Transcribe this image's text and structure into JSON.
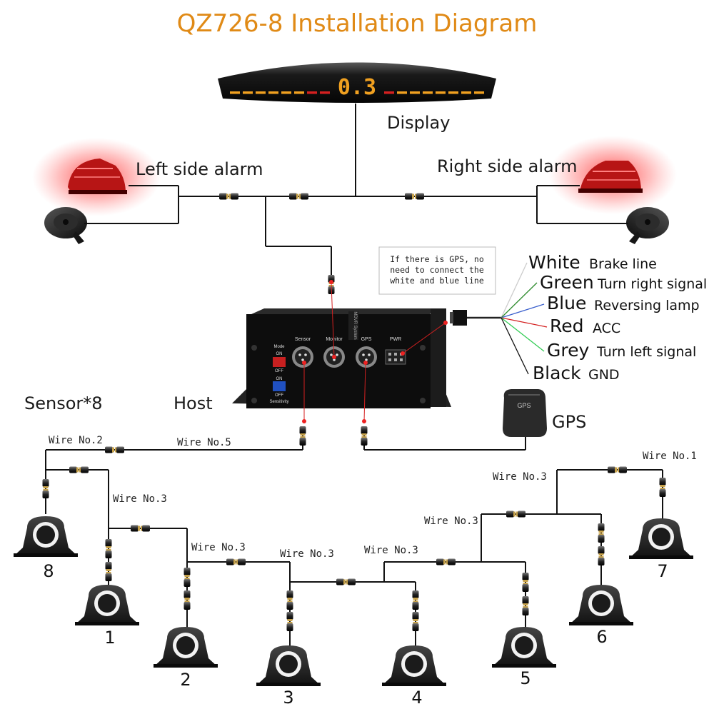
{
  "title": "QZ726-8 Installation Diagram",
  "display": {
    "label": "Display",
    "reading": "0.3"
  },
  "alarms": {
    "left": "Left side alarm",
    "right": "Right side alarm"
  },
  "host": {
    "label": "Host",
    "ports": [
      "Sensor",
      "Monitor",
      "GPS",
      "PWR"
    ],
    "switches": {
      "mode": "Mode",
      "on": "ON",
      "off": "OFF",
      "sensitivity": "Sensitivity"
    },
    "brand": "MDVR System"
  },
  "sensor_count_label": "Sensor*8",
  "gps": {
    "label": "GPS",
    "badge": "GPS"
  },
  "note": [
    "If there is GPS, no",
    "need to connect the",
    "white and blue line"
  ],
  "signals": [
    {
      "color": "White",
      "desc": "Brake line",
      "hex": "#cccccc"
    },
    {
      "color": "Green",
      "desc": "Turn right signal",
      "hex": "#2e8b2e"
    },
    {
      "color": "Blue",
      "desc": "Reversing lamp",
      "hex": "#3a5fcd"
    },
    {
      "color": "Red",
      "desc": "ACC",
      "hex": "#d42020"
    },
    {
      "color": "Grey",
      "desc": "Turn left signal",
      "hex": "#33cc55"
    },
    {
      "color": "Black",
      "desc": "GND",
      "hex": "#111111"
    }
  ],
  "wires": {
    "no1": "Wire No.1",
    "no2": "Wire No.2",
    "no3": "Wire No.3",
    "no5": "Wire No.5"
  },
  "sensors": [
    "1",
    "2",
    "3",
    "4",
    "5",
    "6",
    "7",
    "8"
  ]
}
